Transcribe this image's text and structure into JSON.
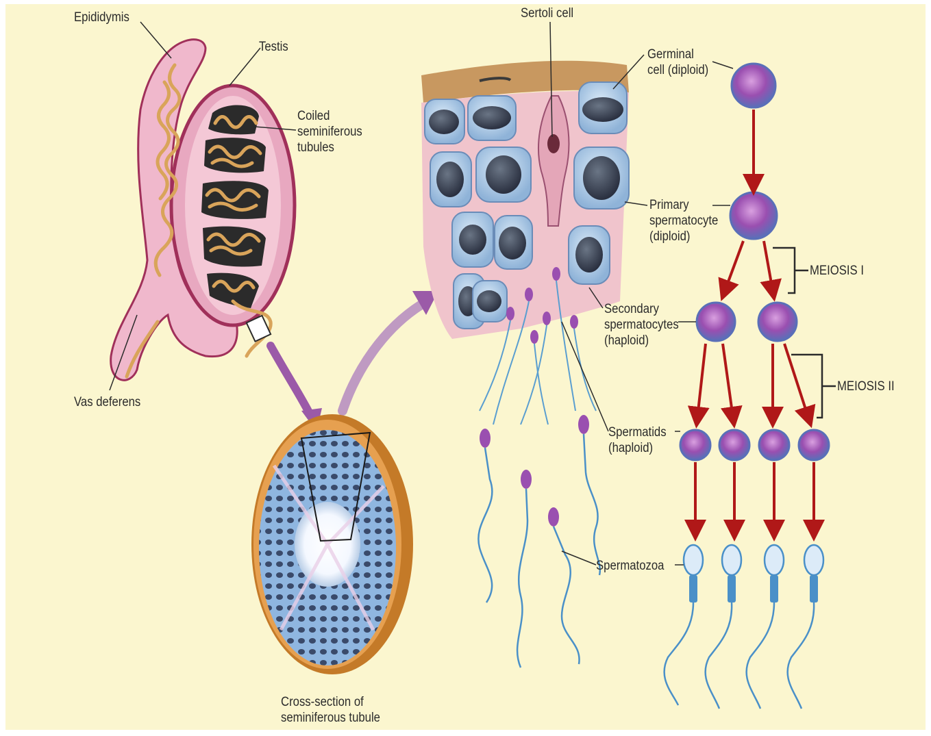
{
  "labels": {
    "epididymis": "Epididymis",
    "testis": "Testis",
    "coiled_tubules": [
      "Coiled",
      "seminiferous",
      "tubules"
    ],
    "vas_deferens": "Vas deferens",
    "cross_section": [
      "Cross-section of",
      "seminiferous tubule"
    ],
    "sertoli_cell": "Sertoli cell",
    "germinal_cell": [
      "Germinal",
      "cell (diploid)"
    ],
    "primary_spermatocyte": [
      "Primary",
      "spermatocyte",
      "(diploid)"
    ],
    "secondary_spermatocytes": [
      "Secondary",
      "spermatocytes",
      "(haploid)"
    ],
    "spermatids": [
      "Spermatids",
      "(haploid)"
    ],
    "spermatozoa": "Spermatozoa",
    "meiosis_1": "MEIOSIS I",
    "meiosis_2": "MEIOSIS II"
  },
  "colors": {
    "background": "#fbf6cf",
    "testis_pink": "#e8a8c0",
    "tubule_gold": "#d9a45a",
    "cell_blue": "#a9c8e8",
    "nucleus_dark": "#3a4250",
    "spermatogenic_purple": "#9a4fb0",
    "arrow_red": "#b01818",
    "arrow_purple": "#9b5aa8"
  }
}
